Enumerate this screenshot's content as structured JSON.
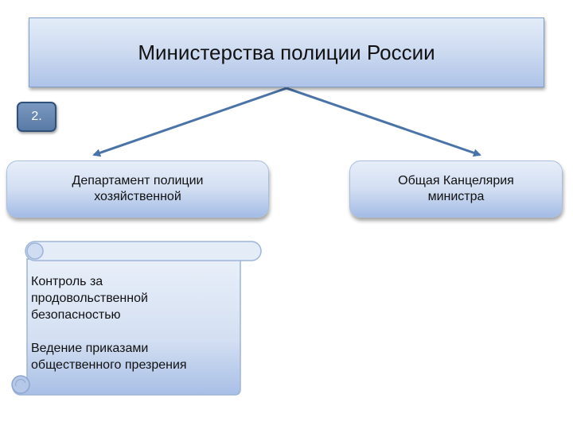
{
  "title": "Министерства полиции России",
  "badge": "2.",
  "departments": [
    {
      "line1": "Департамент полиции",
      "line2": "хозяйственной"
    },
    {
      "line1": "Общая Канцелярия",
      "line2": "министра"
    }
  ],
  "scroll": {
    "lines1": [
      "Контроль за",
      "продовольственной",
      "безопасностью"
    ],
    "lines2": [
      "Ведение приказами",
      "общественного презрения"
    ]
  },
  "colors": {
    "arrow": "#4a73a8",
    "box_fill": "#cfdcf1",
    "badge_fill": "#587aa6"
  }
}
